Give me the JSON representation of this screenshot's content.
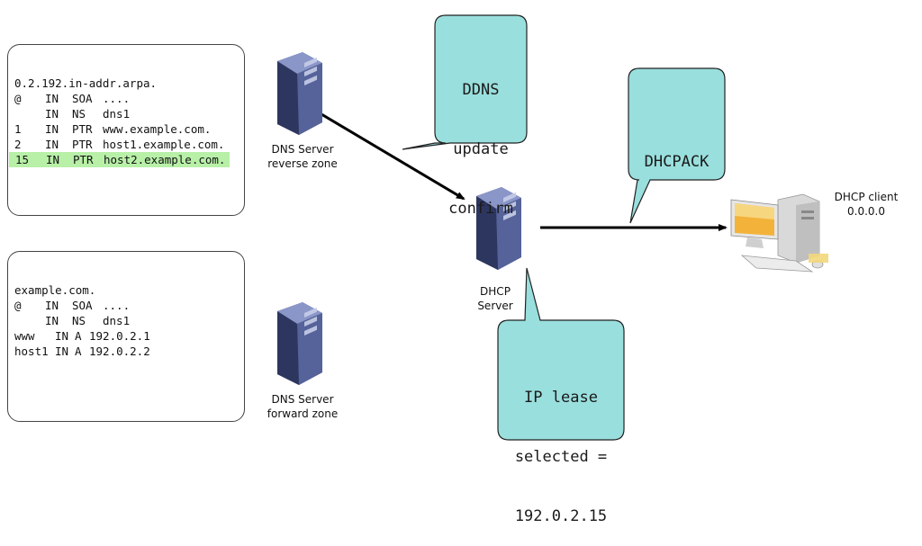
{
  "reverse_zone": {
    "lines": [
      {
        "c1": "0.2.192.in-addr.arpa.",
        "c2": "",
        "c3": "",
        "c4": "",
        "highlight": false
      },
      {
        "c1": "@",
        "c2": "IN",
        "c3": "SOA",
        "c4": "....",
        "highlight": false
      },
      {
        "c1": "",
        "c2": "IN",
        "c3": "NS",
        "c4": "dns1",
        "highlight": false
      },
      {
        "c1": "1",
        "c2": "IN",
        "c3": "PTR",
        "c4": "www.example.com.",
        "highlight": false
      },
      {
        "c1": "2",
        "c2": "IN",
        "c3": "PTR",
        "c4": "host1.example.com.",
        "highlight": false
      },
      {
        "c1": "15",
        "c2": "IN",
        "c3": "PTR",
        "c4": "host2.example.com.",
        "highlight": true
      }
    ]
  },
  "forward_zone": {
    "lines": [
      {
        "c1": "example.com.",
        "c2": "",
        "c3": "",
        "c4": "",
        "highlight": false
      },
      {
        "c1": "@",
        "c2": "IN",
        "c3": "SOA",
        "c4": "....",
        "highlight": false
      },
      {
        "c1": "",
        "c2": "IN",
        "c3": "NS",
        "c4": "dns1",
        "highlight": false
      },
      {
        "c1": "www",
        "c2": "IN",
        "c3": "A",
        "c4": "192.0.2.1",
        "highlight": false
      },
      {
        "c1": "host1",
        "c2": "IN",
        "c3": "A",
        "c4": "192.0.2.2",
        "highlight": false
      }
    ]
  },
  "labels": {
    "dns_reverse": [
      "DNS Server",
      "reverse zone"
    ],
    "dns_forward": [
      "DNS Server",
      "forward zone"
    ],
    "dhcp_server": [
      "DHCP",
      "Server"
    ],
    "dhcp_client": [
      "DHCP client",
      "0.0.0.0"
    ]
  },
  "bubbles": {
    "ddns": [
      "DDNS",
      "update",
      "confirm"
    ],
    "dhcpack": [
      "DHCPACK"
    ],
    "ip_lease": [
      "IP lease",
      "selected =",
      "192.0.2.15"
    ]
  },
  "colors": {
    "bubble_fill": "#99dfdd",
    "highlight": "#b8f0a8",
    "server_body": "#5d6a9e",
    "arrow": "#000000"
  },
  "icons": {
    "server": "server-tower-icon",
    "client": "desktop-computer-icon"
  }
}
